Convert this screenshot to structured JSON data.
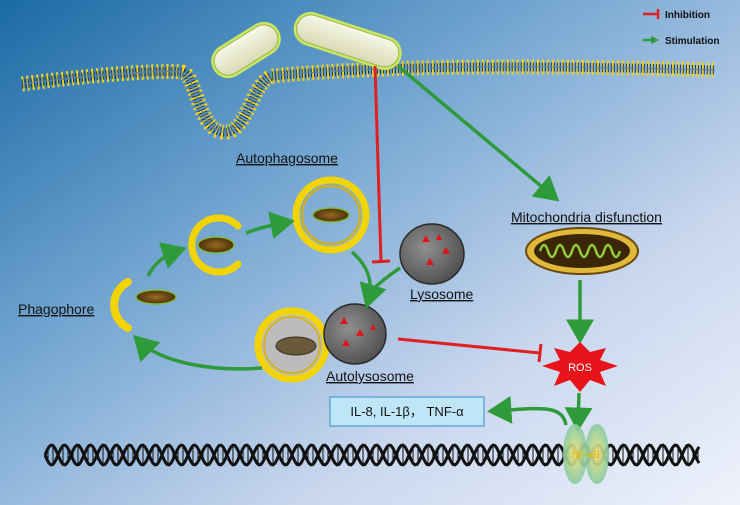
{
  "legend": {
    "inhibition": "Inhibition",
    "stimulation": "Stimulation"
  },
  "labels": {
    "autophagosome": "Autophagosome",
    "lysosome": "Lysosome",
    "phagophore": "Phagophore",
    "autolysosome": "Autolysosome",
    "mito_dysfunction": "Mitochondria disfunction",
    "ros": "ROS",
    "cytokines": "IL-8, IL-1β， TNF-α",
    "nfkb": "NF-κB"
  },
  "colors": {
    "inhibition": "#e02020",
    "stimulation": "#2e9a3a",
    "membrane_yellow": "#f0d000",
    "background_top": "#1f6ea8",
    "background_bottom": "#eef2fb",
    "ros_star": "#e8141c",
    "cytokine_box": "#bfe6f7"
  }
}
